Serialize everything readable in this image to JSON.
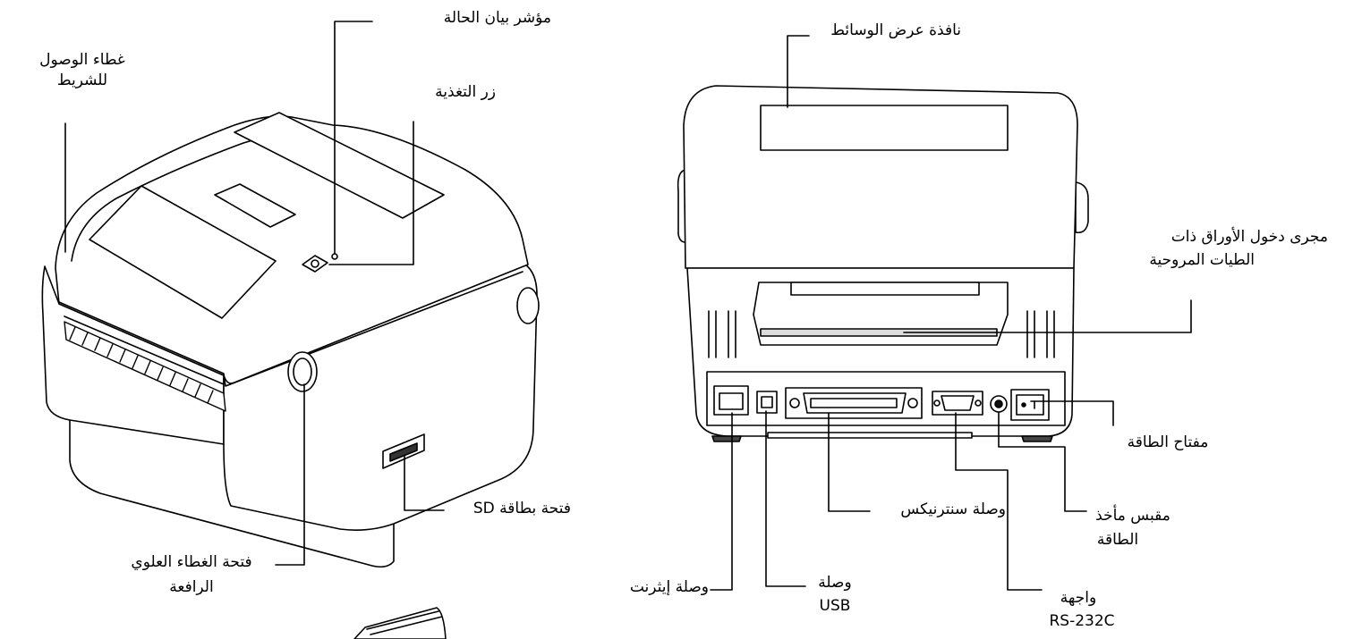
{
  "labels": {
    "status_indicator": "مؤشر بيان الحالة",
    "ribbon_cover_1": "غطاء الوصول",
    "ribbon_cover_2": "للشريط",
    "feed_button": "زر التغذية",
    "sd_slot": "فتحة بطاقة SD",
    "top_cover_lever_1": "فتحة الغطاء العلوي",
    "top_cover_lever_2": "الرافعة",
    "media_window": "نافذة عرض الوسائط",
    "fanfold_entry_1": "مجرى دخول الأوراق ذات",
    "fanfold_entry_2": "الطيات المروحية",
    "power_switch": "مفتاح الطاقة",
    "power_jack_1": "مقبس مأخذ",
    "power_jack_2": "الطاقة",
    "centronics": "وصلة سنترنيكس",
    "ethernet": "وصلة إيثرنت",
    "usb_1": "وصلة",
    "usb_2": "USB",
    "rs232_1": "واجهة",
    "rs232_2": "RS-232C"
  },
  "colors": {
    "line": "#000000",
    "body": "#ffffff",
    "shade": "#e6e6e6",
    "dark": "#1a1a1a"
  }
}
